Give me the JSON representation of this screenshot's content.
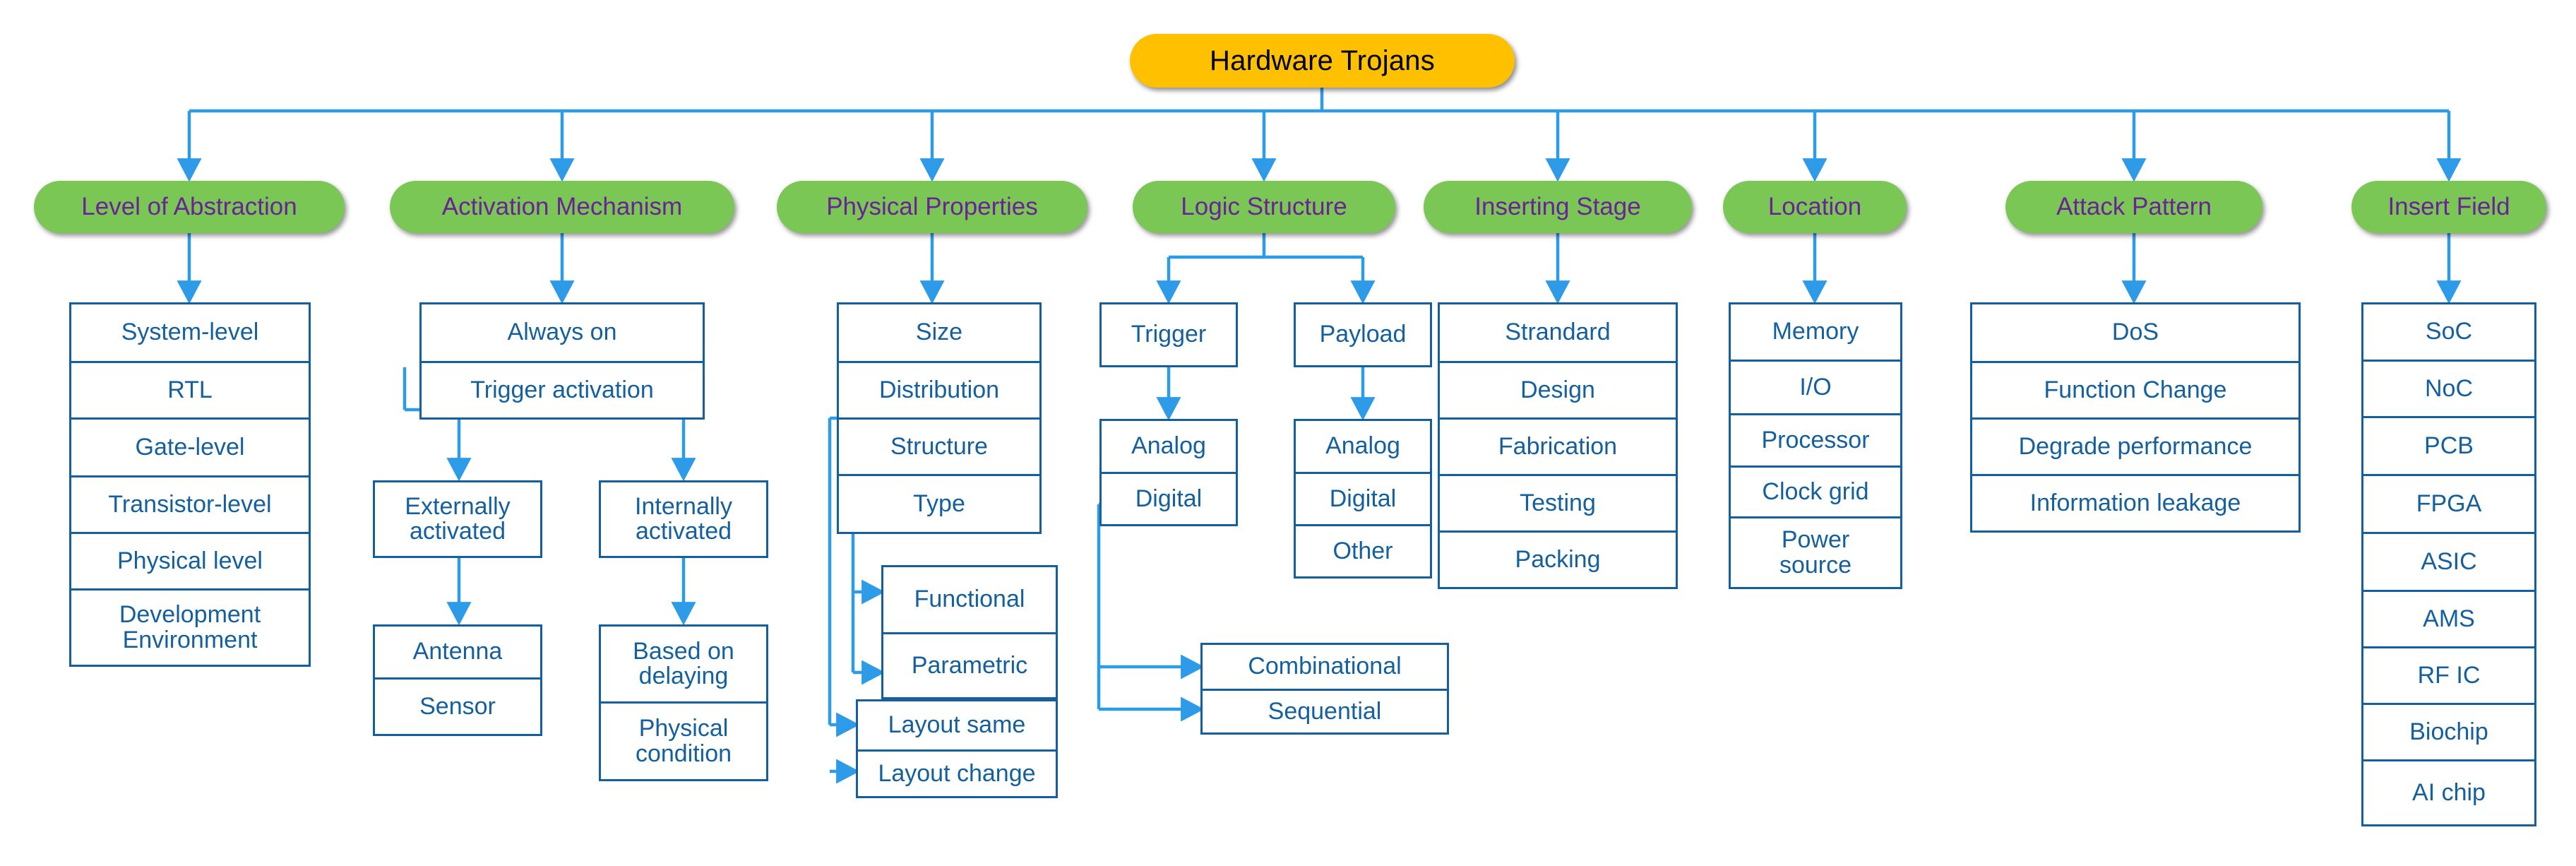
{
  "diagram": {
    "title": "Hardware Trojans",
    "root": {
      "label": "Hardware Trojans"
    },
    "colors": {
      "root_fill": "#FFC000",
      "root_text": "#000000",
      "category_fill": "#7AC756",
      "category_text": "#6A2296",
      "box_border": "#14609E",
      "box_text": "#14609E",
      "connector": "#2E9BE8",
      "background": "#FFFFFF"
    },
    "categories": [
      {
        "label": "Level of Abstraction"
      },
      {
        "label": "Activation Mechanism"
      },
      {
        "label": "Physical Properties"
      },
      {
        "label": "Logic Structure"
      },
      {
        "label": "Inserting Stage"
      },
      {
        "label": "Location"
      },
      {
        "label": "Attack Pattern"
      },
      {
        "label": "Insert Field"
      }
    ],
    "groups": {
      "abstraction": [
        "System-level",
        "RTL",
        "Gate-level",
        "Transistor-level",
        "Physical level",
        "Development\nEnvironment"
      ],
      "activation_top": [
        "Always on",
        "Trigger activation"
      ],
      "externally_activated": [
        "Externally\nactivated"
      ],
      "internally_activated": [
        "Internally\nactivated"
      ],
      "external_leaves": [
        "Antenna",
        "Sensor"
      ],
      "internal_leaves": [
        "Based on\ndelaying",
        "Physical\ncondition"
      ],
      "physical_props": [
        "Size",
        "Distribution",
        "Structure",
        "Type"
      ],
      "type_children": [
        "Functional",
        "Parametric"
      ],
      "structure_children": [
        "Layout same",
        "Layout change"
      ],
      "trigger": [
        "Trigger"
      ],
      "payload": [
        "Payload"
      ],
      "trigger_children": [
        "Analog",
        "Digital"
      ],
      "payload_children": [
        "Analog",
        "Digital",
        "Other"
      ],
      "digital_children": [
        "Combinational",
        "Sequential"
      ],
      "inserting_stage": [
        "Strandard",
        "Design",
        "Fabrication",
        "Testing",
        "Packing"
      ],
      "location": [
        "Memory",
        "I/O",
        "Processor",
        "Clock grid",
        "Power\nsource"
      ],
      "attack_pattern": [
        "DoS",
        "Function Change",
        "Degrade performance",
        "Information leakage"
      ],
      "insert_field": [
        "SoC",
        "NoC",
        "PCB",
        "FPGA",
        "ASIC",
        "AMS",
        "RF IC",
        "Biochip",
        "AI chip"
      ]
    }
  }
}
